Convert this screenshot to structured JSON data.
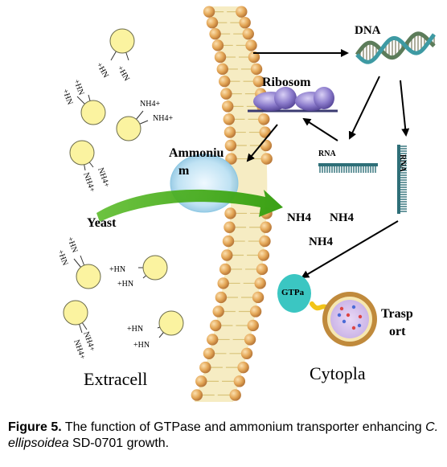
{
  "labels": {
    "dna": "DNA",
    "ribosome": "Ribosom",
    "ammonium_line1": "Ammoniu",
    "ammonium_line2": "m",
    "rna_horizontal": "RNA",
    "rna_vertical": "RNA",
    "yeast": "Yeast",
    "nh4_a": "NH4",
    "nh4_b": "NH4",
    "nh4_c": "NH4",
    "gtpase": "GTPa",
    "transport_line1": "Trasp",
    "transport_line2": "ort",
    "extracellular": "Extracell",
    "cytoplasm": "Cytopla"
  },
  "molecule_labels": {
    "hn_plus": "+HN",
    "nh4_plus": "NH4+",
    "plus": "+"
  },
  "caption": {
    "figure_label": "Figure 5.",
    "text_1": " The function of GTPase and ammonium transporter enhancing ",
    "species": "C. ellipsoidea",
    "text_2": " SD-0701 growth."
  },
  "colors": {
    "membrane_bead": "#e4a757",
    "membrane_bead_stroke": "#b9793a",
    "membrane_tail": "#f1df9a",
    "molecule_fill": "#fbf3a0",
    "arrow_green": "#53b81f",
    "ribosome_purple": "#8c7ccc",
    "gtpase_teal": "#3bc6c2",
    "dna_teal": "#3e9aa3"
  }
}
